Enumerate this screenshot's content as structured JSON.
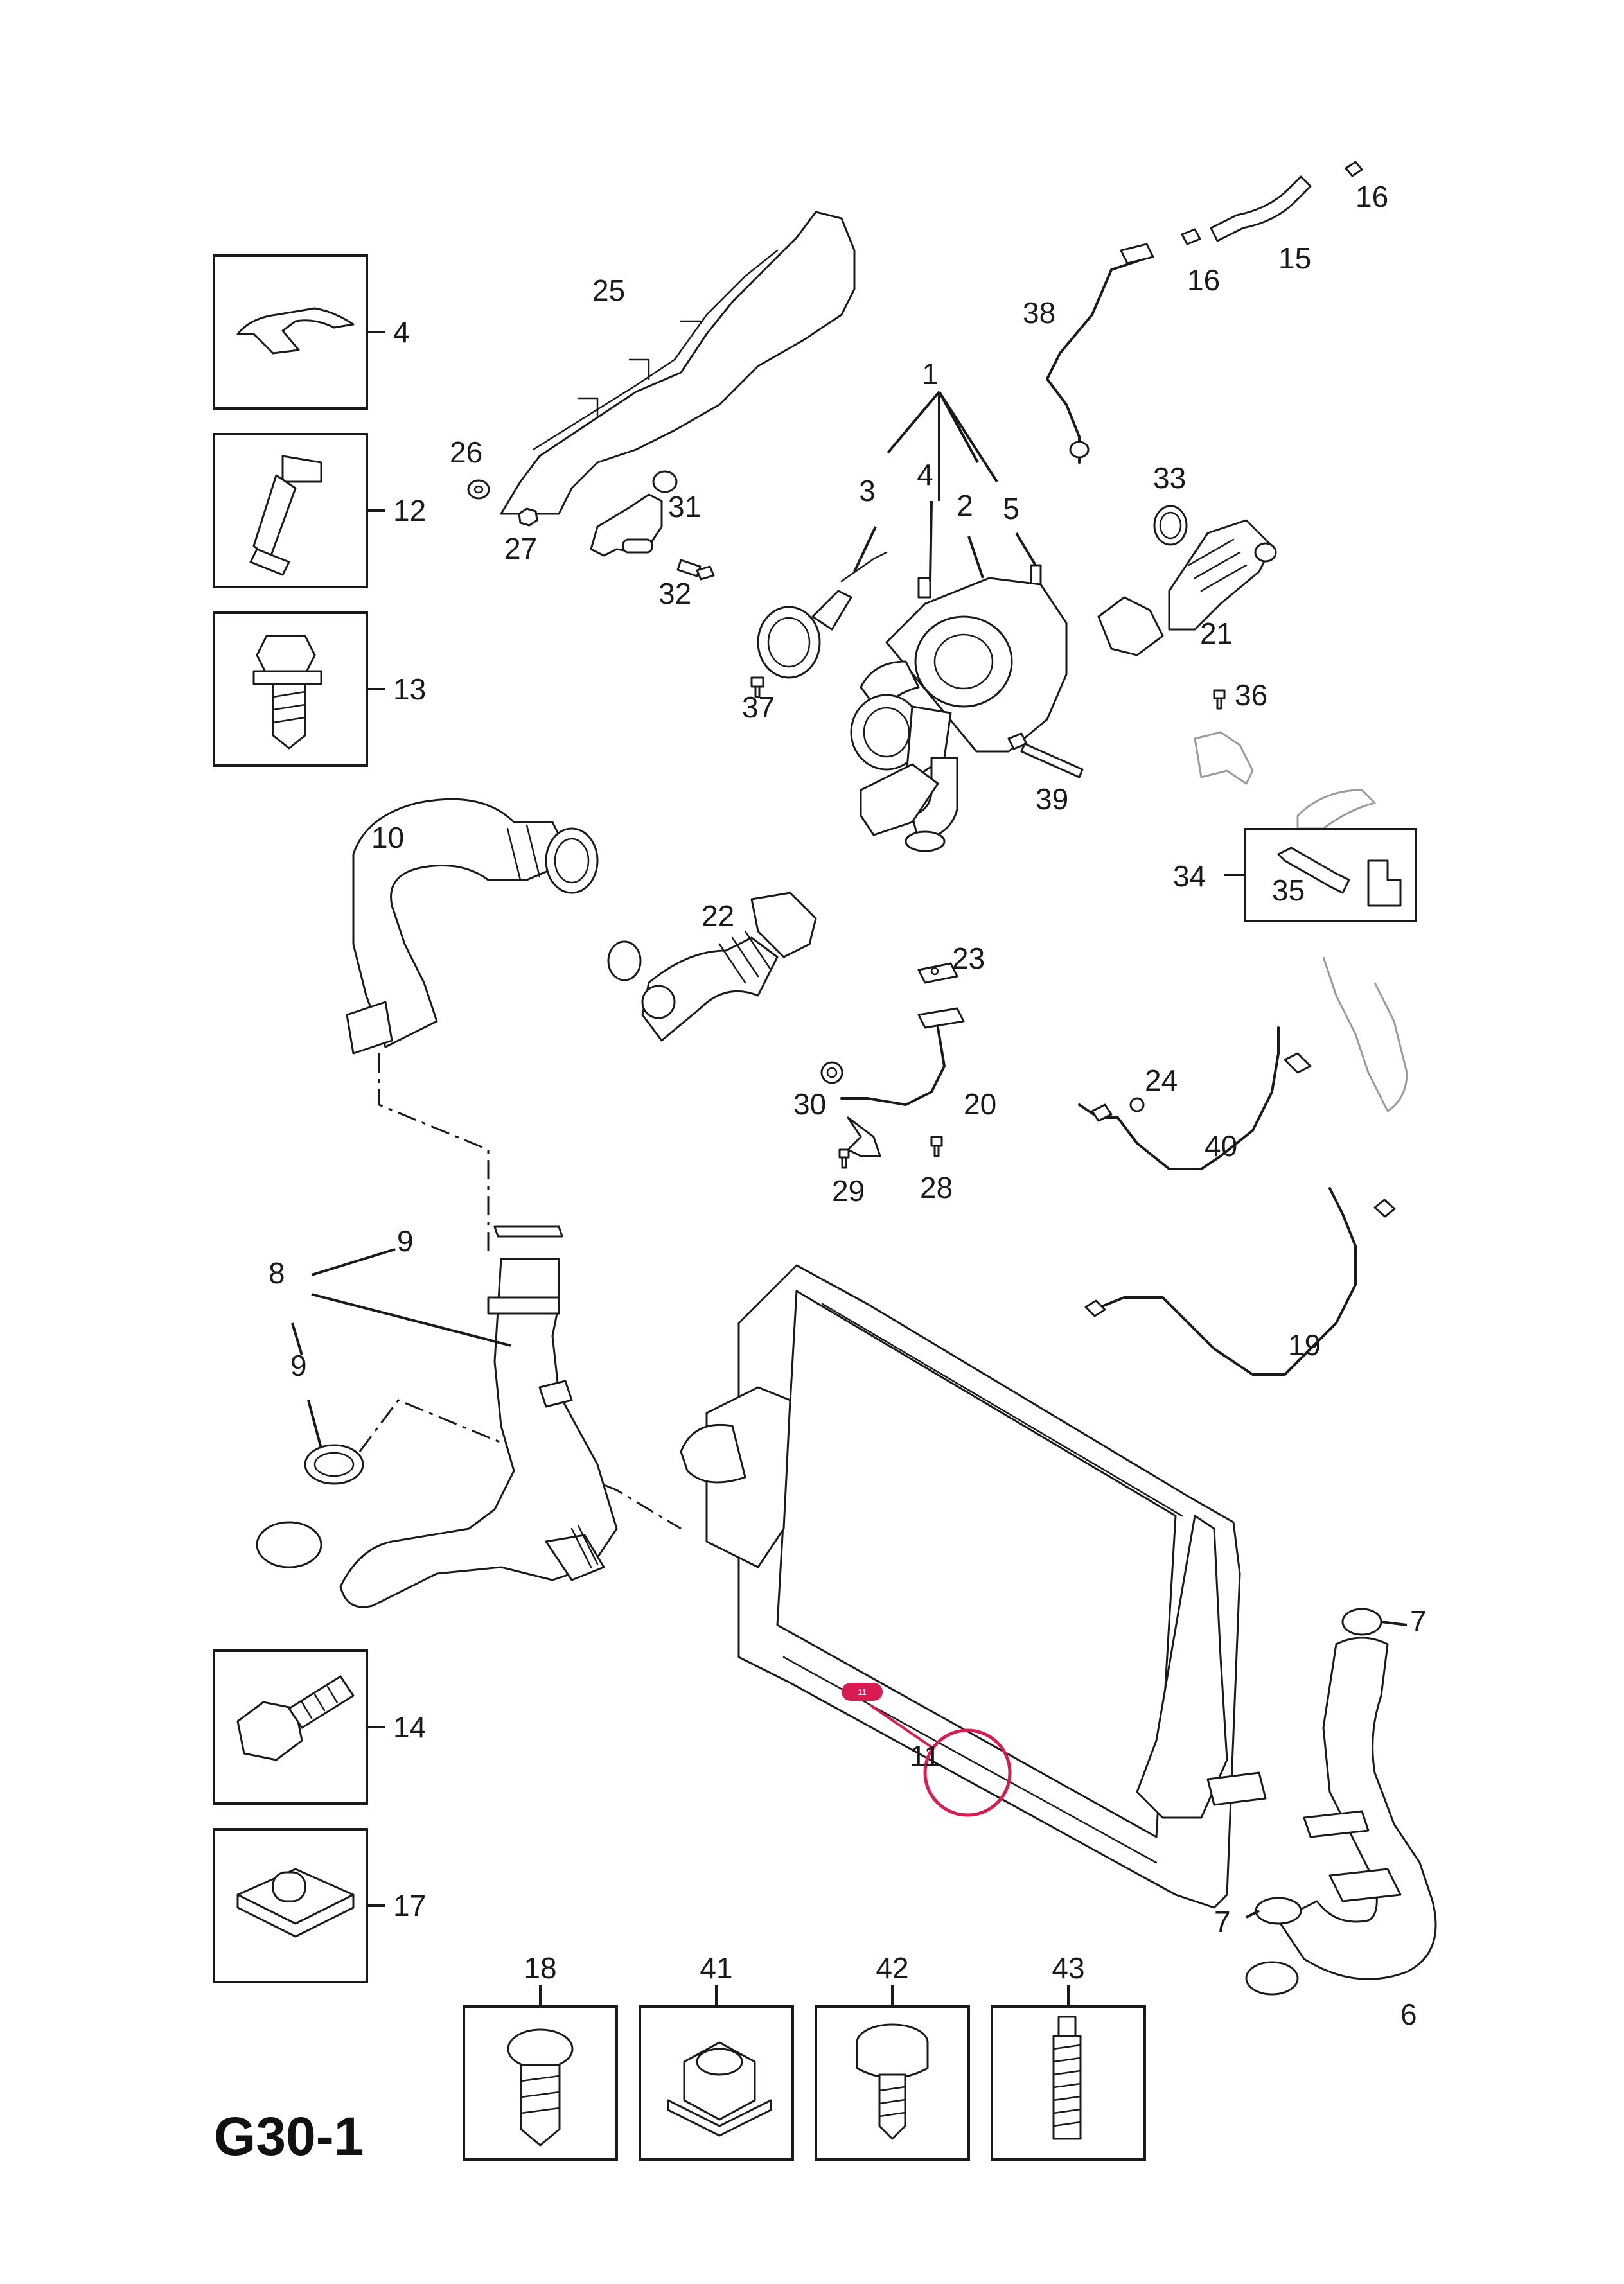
{
  "diagram": {
    "title": "G30-1",
    "highlight_color": "#d81b50",
    "labels": {
      "p1": "1",
      "p2": "2",
      "p3": "3",
      "p4a": "4",
      "p4b": "4",
      "p5": "5",
      "p6": "6",
      "p7a": "7",
      "p7b": "7",
      "p8": "8",
      "p9a": "9",
      "p9b": "9",
      "p10": "10",
      "p11": "11",
      "p12": "12",
      "p13": "13",
      "p14": "14",
      "p15": "15",
      "p16a": "16",
      "p16b": "16",
      "p17": "17",
      "p18": "18",
      "p19": "19",
      "p20": "20",
      "p21": "21",
      "p22": "22",
      "p23": "23",
      "p24": "24",
      "p25": "25",
      "p26": "26",
      "p27": "27",
      "p28": "28",
      "p29": "29",
      "p30": "30",
      "p31": "31",
      "p32": "32",
      "p33": "33",
      "p34": "34",
      "p35": "35",
      "p36": "36",
      "p37": "37",
      "p38": "38",
      "p39": "39",
      "p40": "40",
      "p41": "41",
      "p42": "42",
      "p43": "43"
    },
    "badge": "11"
  }
}
